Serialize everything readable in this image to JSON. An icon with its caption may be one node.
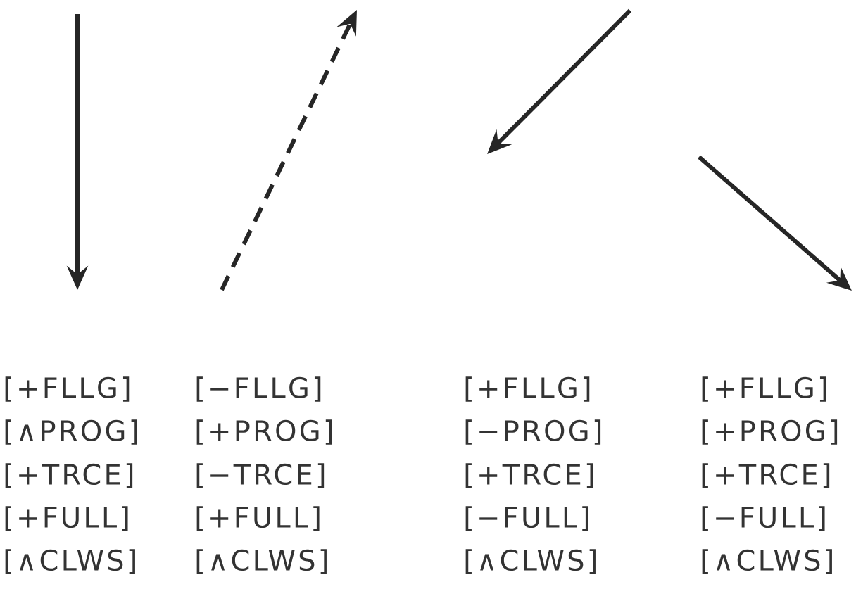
{
  "diagram": {
    "labels": [
      "[+FLLG]",
      "[−FLLG]",
      "[+FLLG]",
      "[+FLLG]",
      "[∧PROG]",
      "[+PROG]",
      "[−PROG]",
      "[+PROG]",
      "[+TRCE]",
      "[−TRCE]",
      "[+TRCE]",
      "[+TRCE]",
      "[+FULL]",
      "[+FULL]",
      "[−FULL]",
      "[−FULL]",
      "[∧CLWS]",
      "[∧CLWS]",
      "[∧CLWS]",
      "[∧CLWS]"
    ]
  }
}
